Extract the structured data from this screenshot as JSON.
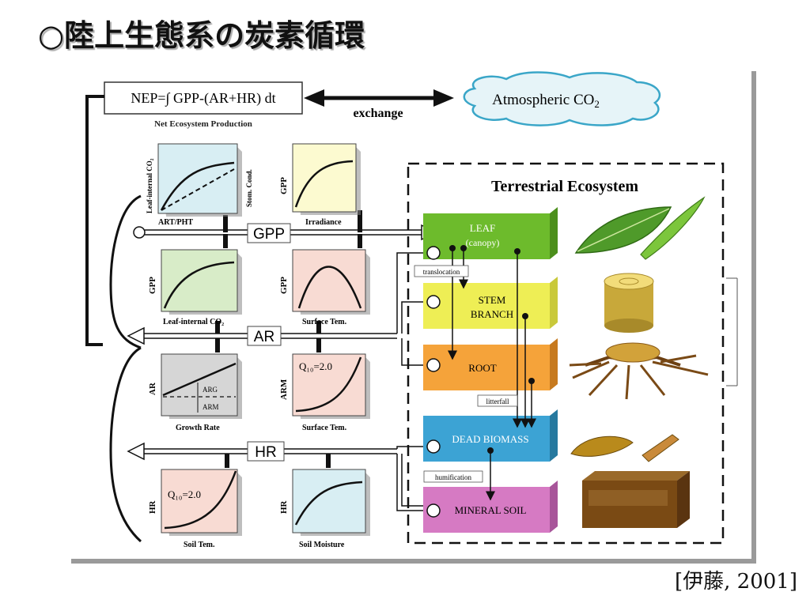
{
  "slide": {
    "title": "○陸上生態系の炭素循環",
    "citation": "[伊藤, 2001]"
  },
  "top": {
    "nep_formula": "NEP=∫ GPP-(AR+HR) dt",
    "nep_caption": "Net Ecosystem Production",
    "exchange_label": "exchange",
    "atmosphere_label": "Atmospheric CO",
    "atmosphere_sub": "2"
  },
  "flux_labels": {
    "gpp": "GPP",
    "ar": "AR",
    "hr": "HR"
  },
  "graphs": {
    "g1": {
      "ylabel": "Leaf-internal CO₂",
      "ylabel_right": "Stom. Cond.",
      "xlabel": "ART/PHT"
    },
    "g2": {
      "ylabel": "GPP",
      "xlabel": "Irradiance"
    },
    "g3": {
      "ylabel": "GPP",
      "xlabel": "Leaf-internal CO₂"
    },
    "g4": {
      "ylabel": "GPP",
      "xlabel": "Surface Tem."
    },
    "g5": {
      "ylabel": "AR",
      "xlabel": "Growth Rate",
      "arg": "ARG",
      "arm": "ARM"
    },
    "g6": {
      "ylabel": "ARM",
      "xlabel": "Surface Tem.",
      "q10": "Q₁₀=2.0"
    },
    "g7": {
      "ylabel": "HR",
      "xlabel": "Soil Tem.",
      "q10": "Q₁₀=2.0"
    },
    "g8": {
      "ylabel": "HR",
      "xlabel": "Soil Moisture"
    }
  },
  "ecosystem": {
    "title": "Terrestrial Ecosystem",
    "pools": {
      "leaf": "LEAF",
      "leaf_sub": "(canopy)",
      "stem": "STEM",
      "stem_sub": "BRANCH",
      "root": "ROOT",
      "dead": "DEAD BIOMASS",
      "soil": "MINERAL SOIL"
    },
    "process_labels": {
      "translocation": "translocation",
      "litterfall": "litterfall",
      "humification": "humification"
    }
  },
  "colors": {
    "leaf": "#6dbb2c",
    "stem": "#eeee55",
    "root": "#f5a33a",
    "dead": "#3ca3d4",
    "soil": "#d67ac3",
    "graph_blue": "#d8eef3",
    "graph_yellow": "#fcfad0",
    "graph_green": "#d8ecc8",
    "graph_pink": "#f8dbd3",
    "graph_grey": "#d6d6d6"
  }
}
